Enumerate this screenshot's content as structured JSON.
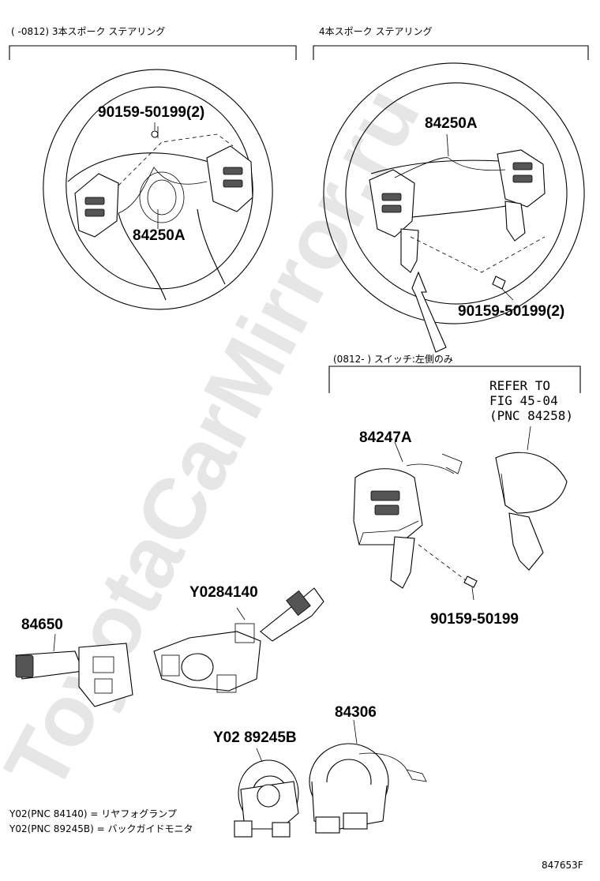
{
  "headers": {
    "left_variant": "(      -0812) 3本スポーク  ステアリング",
    "right_variant": "4本スポーク  ステアリング",
    "switch_variant": "(0812-      ) スイッチ:左側のみ"
  },
  "part_numbers": {
    "bolt_left": "90159-50199(2)",
    "switch_left": "84250A",
    "switch_right": "84250A",
    "bolt_right": "90159-50199(2)",
    "switch_left_only": "84247A",
    "bolt_single": "90159-50199",
    "combination_switch": "Y0284140",
    "turn_switch": "84650",
    "spiral_cable": "84306",
    "sensor": "Y02 89245B"
  },
  "refer": {
    "line1": "REFER TO",
    "line2": "FIG 45-04",
    "line3": "(PNC 84258)"
  },
  "notes": {
    "line1": "Y02(PNC 84140) = リヤフォグランプ",
    "line2": "Y02(PNC 89245B) = バックガイドモニタ"
  },
  "watermark": "ToyotaCarMirror.ru",
  "figure_id": "847653F"
}
